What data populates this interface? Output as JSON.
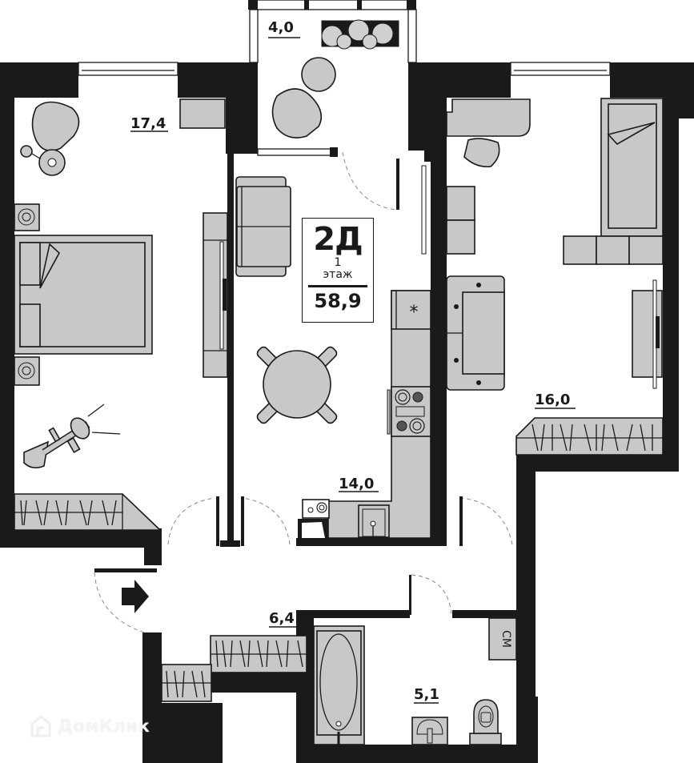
{
  "apartment": {
    "type": "2Д",
    "floor_number": "1",
    "floor_label": "этаж",
    "total_area": "58,9"
  },
  "rooms": [
    {
      "id": "balcony",
      "area": "4,0"
    },
    {
      "id": "bedroom",
      "area": "17,4"
    },
    {
      "id": "kitchen",
      "area": "14,0"
    },
    {
      "id": "living-room",
      "area": "16,0"
    },
    {
      "id": "hallway",
      "area": "6,4"
    },
    {
      "id": "bathroom",
      "area": "5,1"
    }
  ],
  "labels": {
    "washing_machine": "СМ",
    "fridge_symbol": "*"
  },
  "watermark": {
    "text": "ДомКлик"
  },
  "colors": {
    "wall": "#1a1a1a",
    "furniture": "#c8c8c8",
    "background": "#ffffff"
  }
}
